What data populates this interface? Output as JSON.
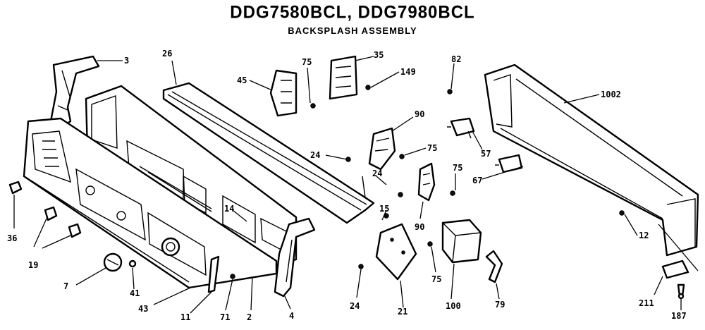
{
  "header": {
    "title": "DDG7580BCL, DDG7980BCL",
    "subtitle": "BACKSPLASH ASSEMBLY"
  },
  "callouts": {
    "p3": "3",
    "p26": "26",
    "p45": "45",
    "p75a": "75",
    "p35": "35",
    "p149": "149",
    "p82": "82",
    "p1002": "1002",
    "p90a": "90",
    "p75b": "75",
    "p24a": "24",
    "p24b": "24",
    "p57": "57",
    "p75c": "75",
    "p67": "67",
    "p14": "14",
    "p15": "15",
    "p90b": "90",
    "p12": "12",
    "p36": "36",
    "p19": "19",
    "p7": "7",
    "p41": "41",
    "p43": "43",
    "p11": "11",
    "p71": "71",
    "p2": "2",
    "p4": "4",
    "p24c": "24",
    "p21": "21",
    "p75d": "75",
    "p100": "100",
    "p79": "79",
    "p211": "211",
    "p187": "187"
  }
}
